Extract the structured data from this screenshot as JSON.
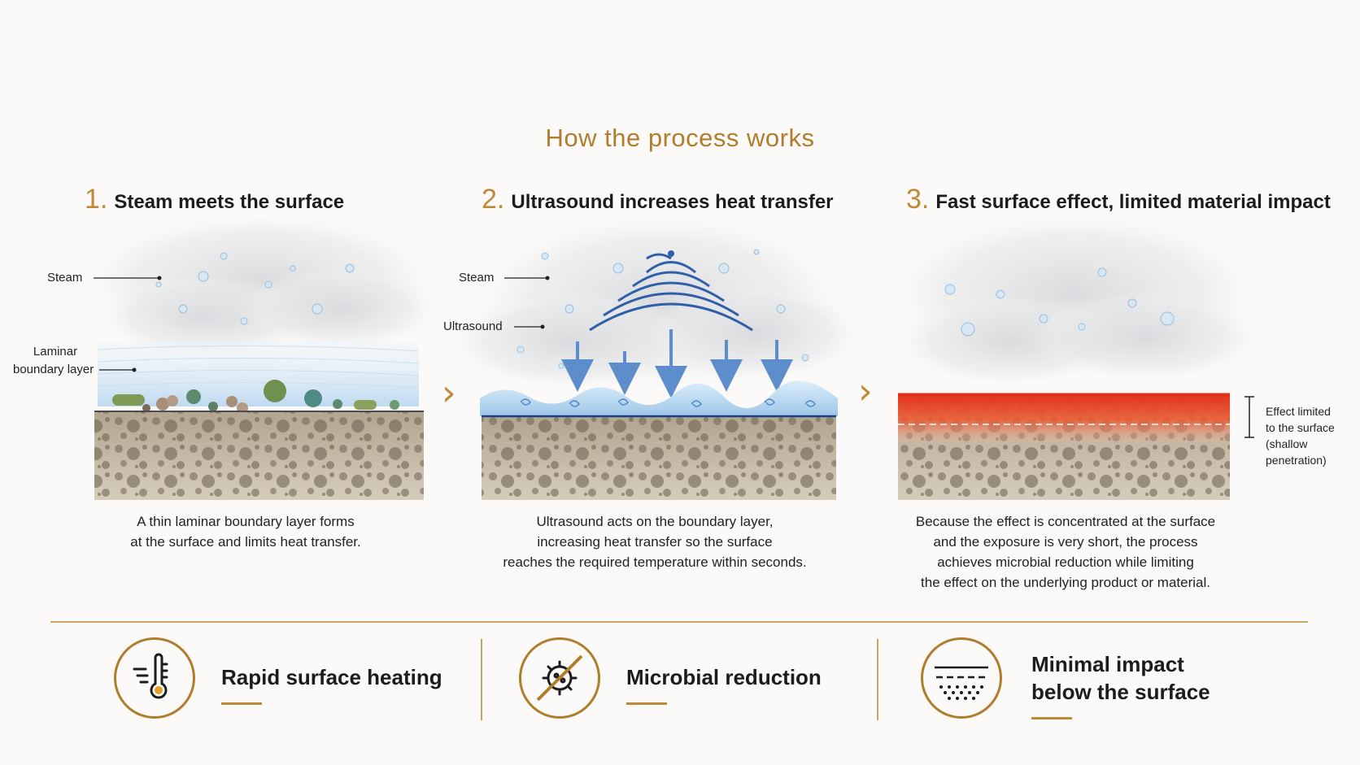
{
  "title": "How the process works",
  "steps": [
    {
      "num": "1.",
      "title": "Steam meets the surface",
      "caption": [
        "A thin laminar boundary layer forms",
        "at the surface and limits heat transfer."
      ],
      "labels": {
        "steam": "Steam",
        "laminar_1": "Laminar",
        "laminar_2": "boundary layer"
      }
    },
    {
      "num": "2.",
      "title": "Ultrasound increases heat transfer",
      "caption": [
        "Ultrasound acts on the boundary layer,",
        "increasing heat transfer so the surface",
        "reaches the required temperature within seconds."
      ],
      "labels": {
        "steam": "Steam",
        "ultrasound": "Ultrasound"
      }
    },
    {
      "num": "3.",
      "title": "Fast surface effect, limited material impact",
      "caption": [
        "Because the effect is concentrated at the surface",
        "and the exposure is very short, the process",
        "achieves microbial reduction while limiting",
        "the effect on the underlying product or material."
      ],
      "labels": {
        "effect": [
          "Effect limited",
          "to the surface",
          "(shallow",
          "penetration)"
        ]
      }
    }
  ],
  "features": [
    {
      "label": "Rapid surface heating",
      "icon": "thermometer-icon"
    },
    {
      "label": "Microbial reduction",
      "icon": "no-microbe-icon"
    },
    {
      "label_1": "Minimal impact",
      "label_2": "below the surface",
      "icon": "surface-layers-icon"
    }
  ],
  "colors": {
    "accent": "#b07d2c",
    "heat": "#e5341c",
    "water": "#3b6fb6",
    "substrate": "#b9ab95"
  }
}
